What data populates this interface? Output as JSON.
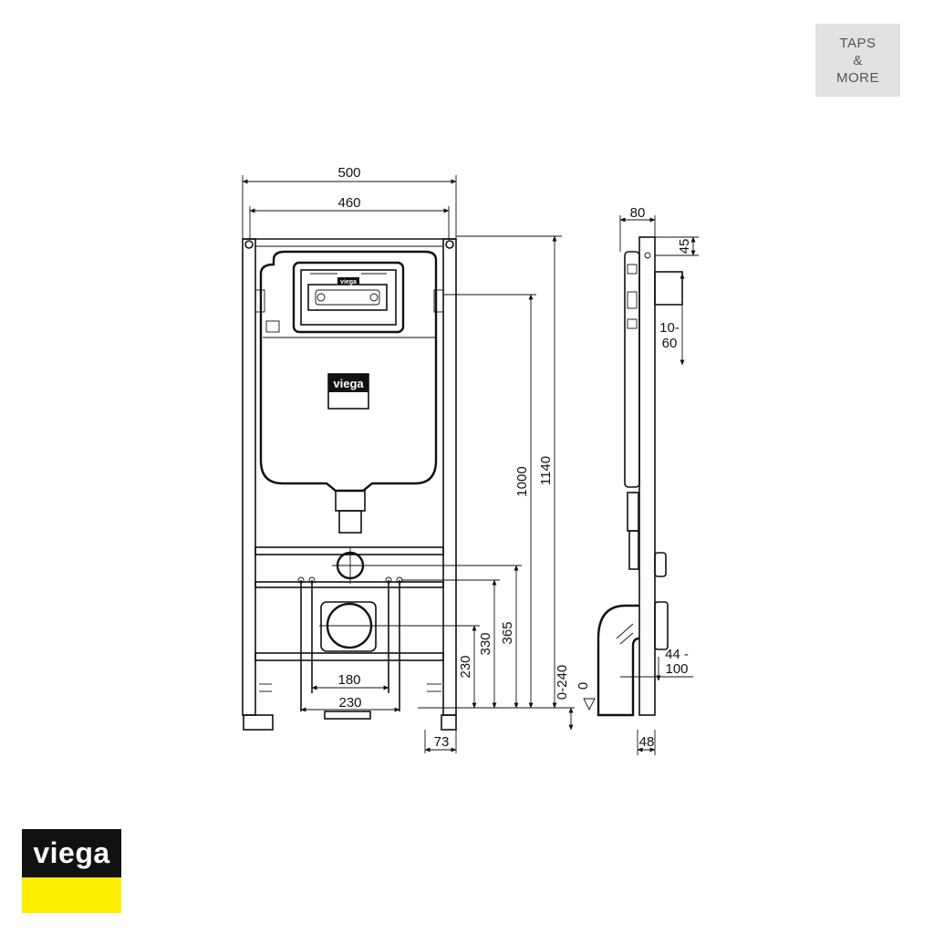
{
  "brand_badge": {
    "line1": "TAPS",
    "line2": "&",
    "line3": "MORE"
  },
  "logo": {
    "text": "viega",
    "colors": {
      "top": "#111111",
      "bottom": "#ffed00"
    }
  },
  "front_view": {
    "dims": {
      "width_outer": "500",
      "width_inner": "460",
      "height_total": "1140",
      "height_flush": "1000",
      "height_365": "365",
      "height_330": "330",
      "height_230": "230",
      "width_180": "180",
      "width_230": "230",
      "foot_73": "73",
      "adjust": "0-240",
      "zero": "0"
    },
    "cistern_label": "viega",
    "panel_label": "viega"
  },
  "side_view": {
    "dims": {
      "depth_80": "80",
      "top_45": "45",
      "range_10_60_a": "10-",
      "range_10_60_b": "60",
      "range_44_100_a": "44 -",
      "range_44_100_b": "100",
      "foot_48": "48"
    }
  }
}
